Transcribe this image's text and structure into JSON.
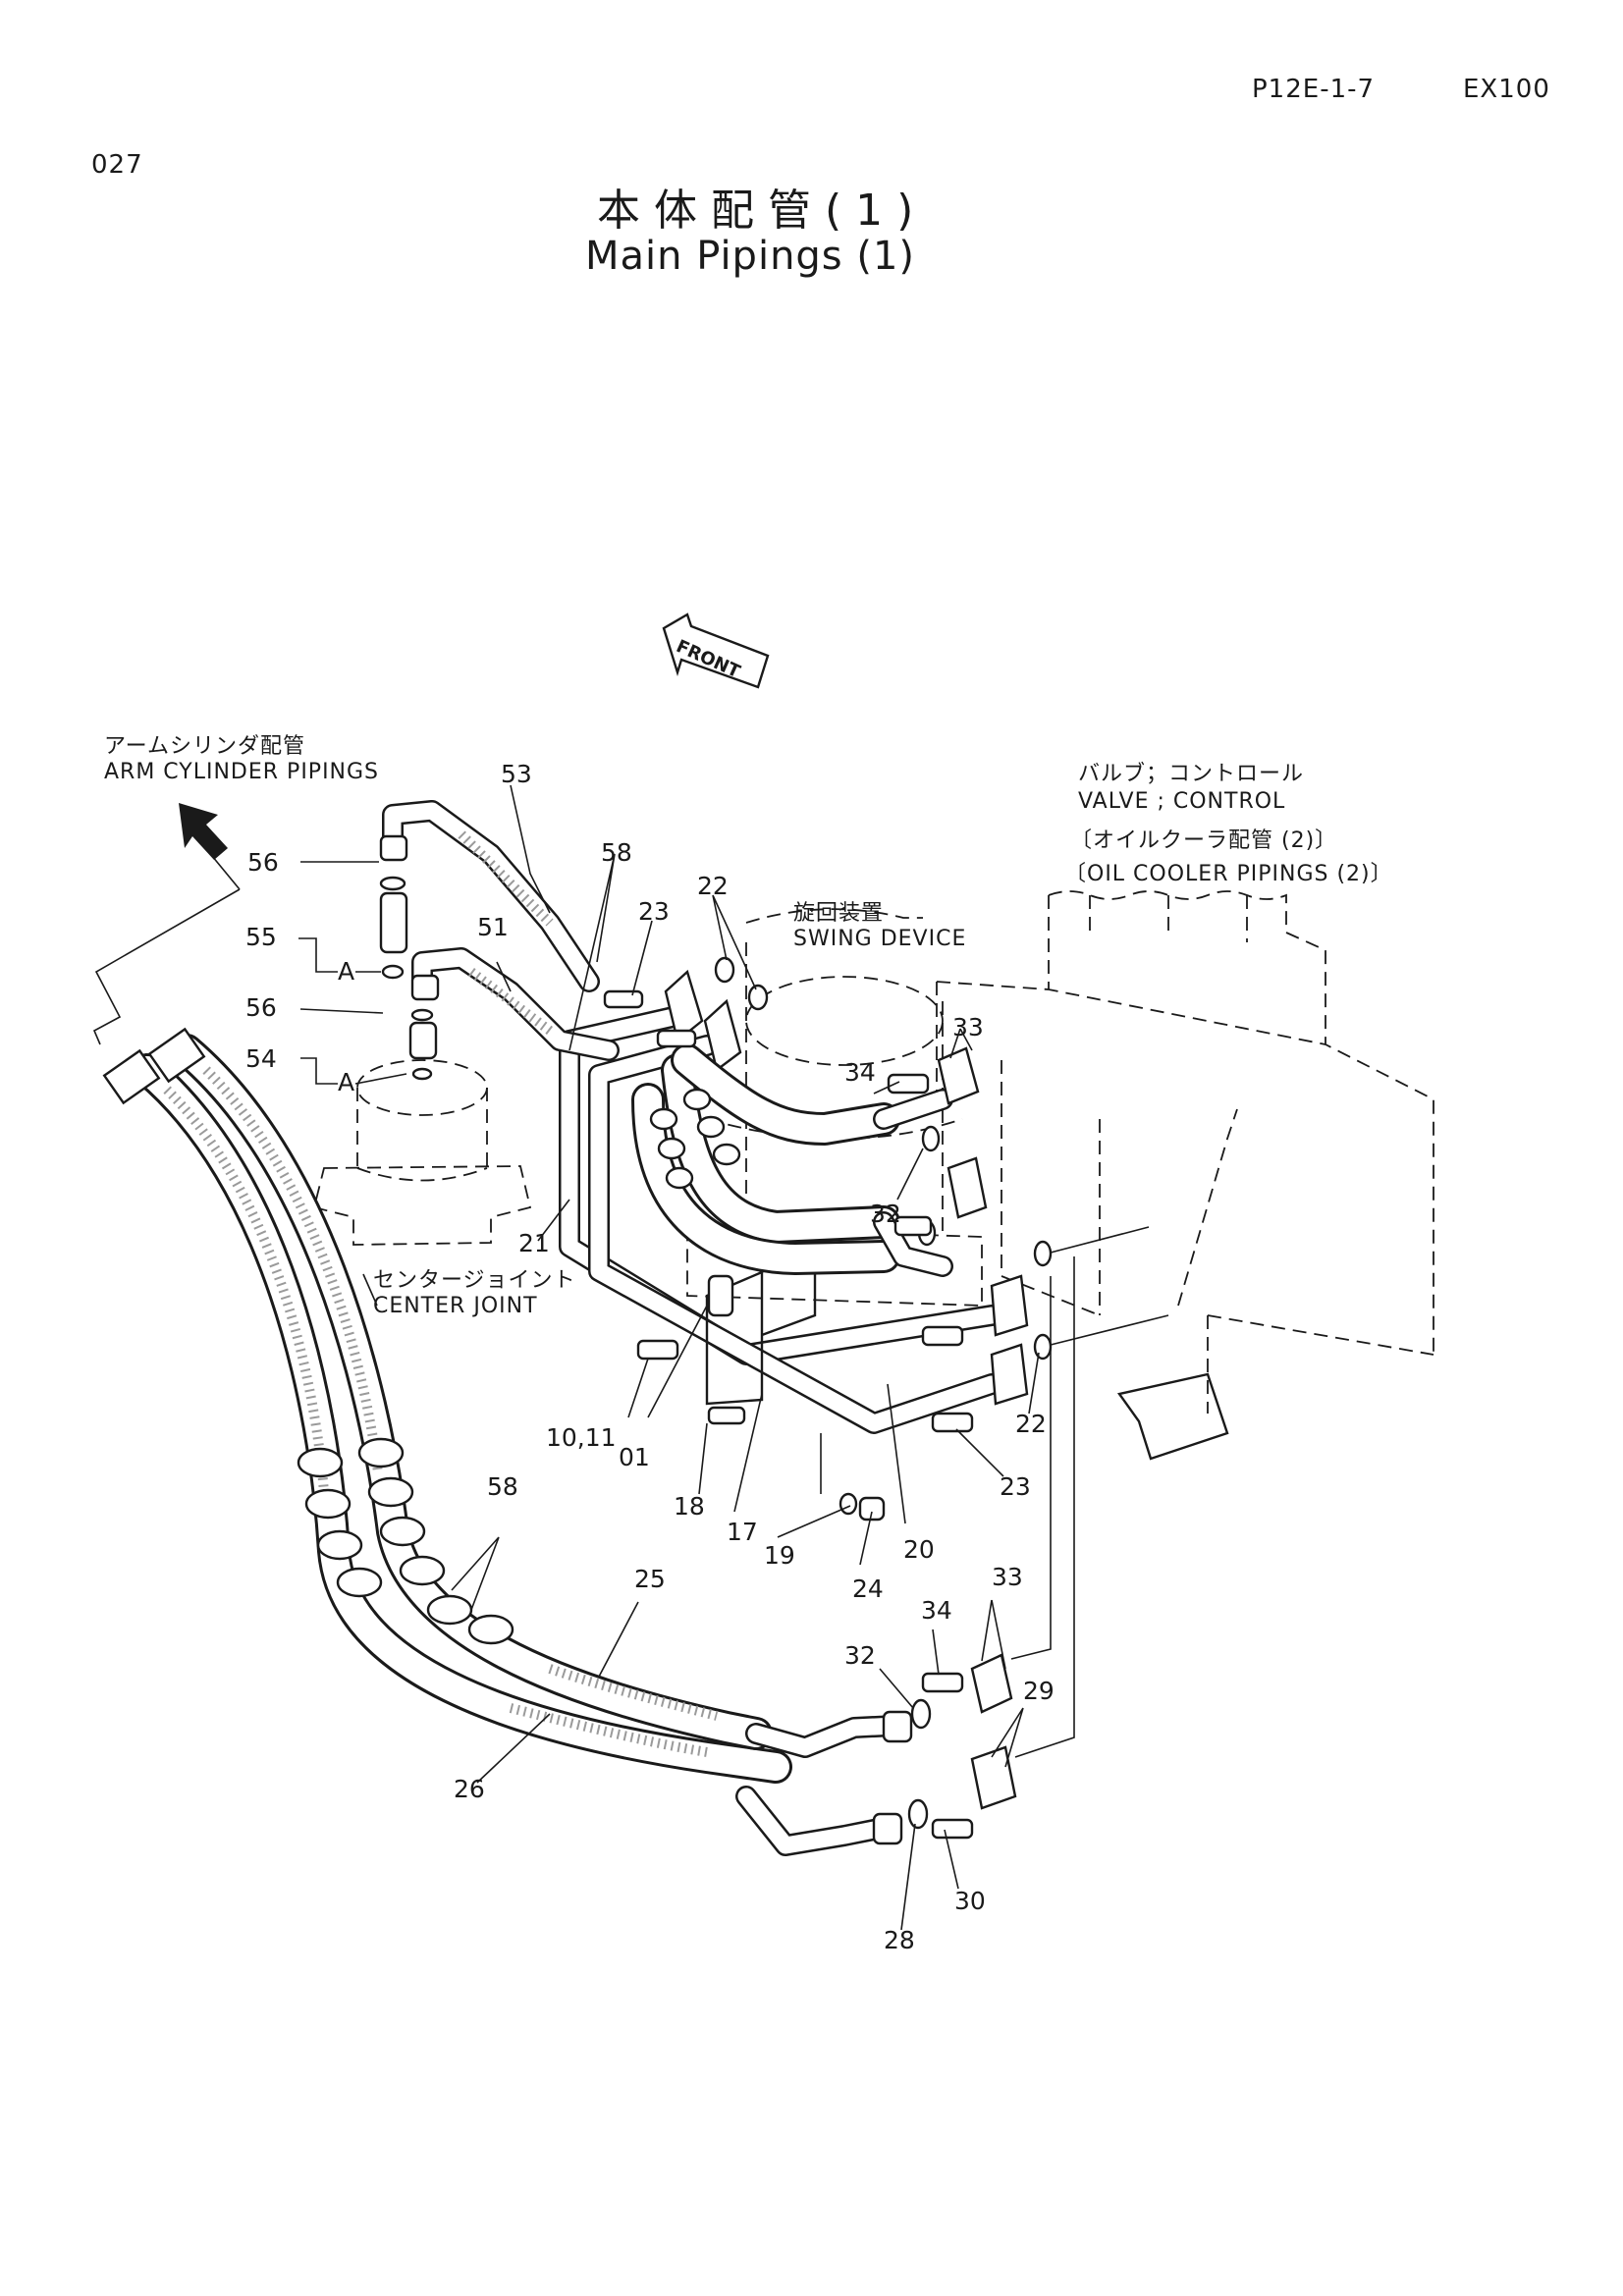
{
  "header": {
    "page_code": "P12E-1-7",
    "model": "EX100",
    "figure_number": "027"
  },
  "title": {
    "japanese": "本体配管(1)",
    "english": "Main Pipings (1)"
  },
  "direction_marker": "FRONT",
  "callouts": {
    "arm_cylinder_jp": "アームシリンダ配管",
    "arm_cylinder_en": "ARM CYLINDER PIPINGS",
    "valve_jp": "バルブ；コントロール",
    "valve_en": "VALVE ; CONTROL",
    "oil_cooler_jp": "〔オイルクーラ配管 (2)〕",
    "oil_cooler_en": "〔OIL COOLER PIPINGS (2)〕",
    "swing_jp": "旋回装置",
    "swing_en": "SWING DEVICE",
    "center_joint_jp": "センタージョイント",
    "center_joint_en": "CENTER JOINT",
    "detail_a_1": "A",
    "detail_a_2": "A"
  },
  "part_numbers": {
    "p53": "53",
    "p58_top": "58",
    "p56_top": "56",
    "p55": "55",
    "p23_top": "23",
    "p22_top": "22",
    "p51": "51",
    "p56_mid": "56",
    "p54": "54",
    "p33_top": "33",
    "p34_top": "34",
    "p32_top": "32",
    "p21": "21",
    "p10_11": "10,11",
    "p01": "01",
    "p18": "18",
    "p17": "17",
    "p19": "19",
    "p24": "24",
    "p20": "20",
    "p22_mid": "22",
    "p23_mid": "23",
    "p58_bot": "58",
    "p25": "25",
    "p34_bot": "34",
    "p33_bot": "33",
    "p32_bot": "32",
    "p29": "29",
    "p26": "26",
    "p30": "30",
    "p28": "28"
  }
}
